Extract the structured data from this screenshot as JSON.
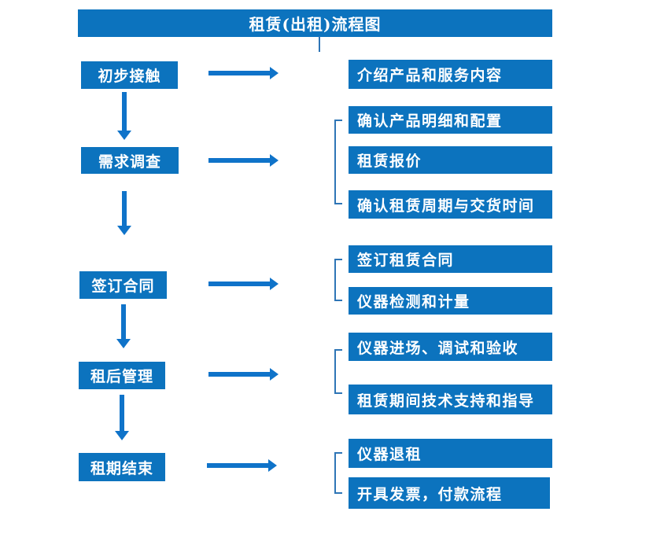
{
  "title": "租赁(出租)流程图",
  "colors": {
    "fill": "#0c73be",
    "arrow": "#0f73c9",
    "bracket": "#2e75b6"
  },
  "steps": [
    {
      "label": "初步接触",
      "outputs": [
        "介绍产品和服务内容"
      ]
    },
    {
      "label": "需求调查",
      "outputs": [
        "确认产品明细和配置",
        "租赁报价",
        "确认租赁周期与交货时间"
      ]
    },
    {
      "label": "签订合同",
      "outputs": [
        "签订租赁合同",
        "仪器检测和计量"
      ]
    },
    {
      "label": "租后管理",
      "outputs": [
        "仪器进场、调试和验收",
        "租赁期间技术支持和指导"
      ]
    },
    {
      "label": "租期结束",
      "outputs": [
        "仪器退租",
        "开具发票，付款流程"
      ]
    }
  ]
}
